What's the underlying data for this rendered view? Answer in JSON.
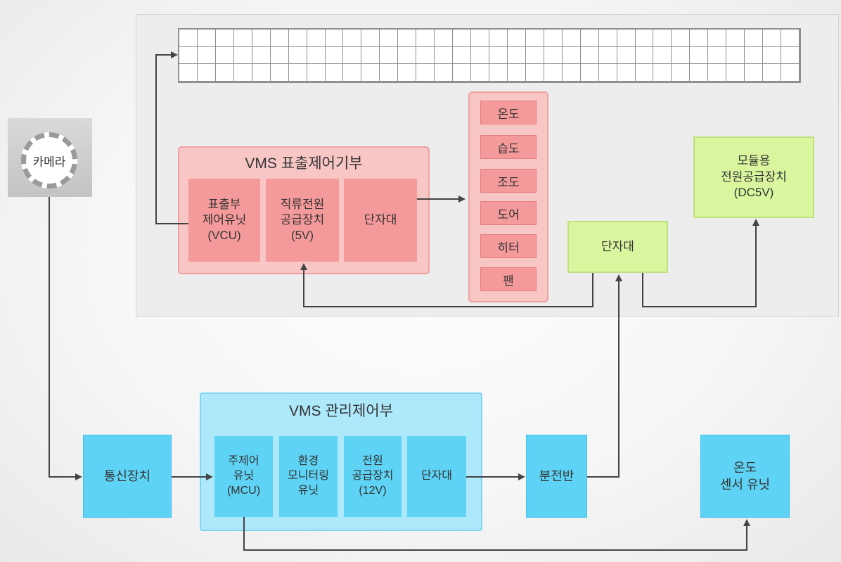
{
  "camera": {
    "label": "카메라"
  },
  "display_control": {
    "title": "VMS 표출제어기부",
    "units": [
      {
        "label": "표출부\n제어유닛\n(VCU)"
      },
      {
        "label": "직류전원\n공급장치\n(5V)"
      },
      {
        "label": "단자대"
      }
    ]
  },
  "sensors": [
    {
      "label": "온도"
    },
    {
      "label": "습도"
    },
    {
      "label": "조도"
    },
    {
      "label": "도어"
    },
    {
      "label": "히터"
    },
    {
      "label": "팬"
    }
  ],
  "module_power": {
    "label": "모듈용\n전원공급장치\n(DC5V)"
  },
  "terminal_block": {
    "label": "단자대"
  },
  "management_control": {
    "title": "VMS 관리제어부",
    "units": [
      {
        "label": "주제어\n유닛\n(MCU)"
      },
      {
        "label": "환경\n모니터링\n유닛"
      },
      {
        "label": "전원\n공급장치\n(12V)"
      },
      {
        "label": "단자대"
      }
    ]
  },
  "comm_device": {
    "label": "통신장치"
  },
  "distribution_panel": {
    "label": "분전반"
  },
  "temp_sensor_unit": {
    "label": "온도\n센서 유닛"
  },
  "colors": {
    "pink_group": "#f9c6c6",
    "pink_cell": "#f59a9a",
    "green": "#d9f59e",
    "blue_group": "#aee8fb",
    "blue_cell": "#5fd3f5",
    "line": "#444444"
  }
}
